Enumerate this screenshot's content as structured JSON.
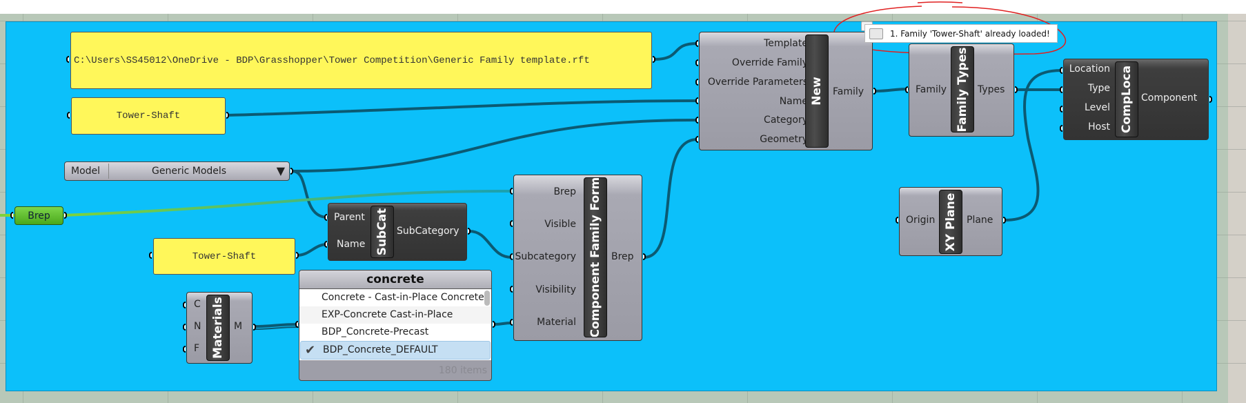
{
  "canvas": {
    "group_color": "#0cc0fa",
    "wire_color": "#0b5a73",
    "annotation_color": "#e02020"
  },
  "panels": {
    "template_path": "C:\\Users\\SS45012\\OneDrive - BDP\\Grasshopper\\Tower Competition\\Generic Family template.rft",
    "family_name": "Tower-Shaft",
    "subcategory_name": "Tower-Shaft"
  },
  "category_dropdown": {
    "label": "Model",
    "value": "Generic Models",
    "arrow_icon": "triangle-down-icon"
  },
  "brep_param": {
    "label": "Brep"
  },
  "new_family": {
    "nickname": "New",
    "inputs": [
      "Template",
      "Override Family",
      "Override Parameters",
      "Name",
      "Category",
      "Geometry"
    ],
    "output": "Family"
  },
  "family_types": {
    "nickname": "Family Types",
    "input": "Family",
    "output": "Types"
  },
  "comp_loca": {
    "nickname": "CompLoca",
    "inputs": [
      "Location",
      "Type",
      "Level",
      "Host"
    ],
    "output": "Component"
  },
  "xy_plane": {
    "nickname": "XY Plane",
    "input": "Origin",
    "output": "Plane"
  },
  "subcat": {
    "nickname": "SubCat",
    "inputs": [
      "Parent",
      "Name"
    ],
    "output": "SubCategory"
  },
  "family_form": {
    "nickname": "Component Family Form",
    "inputs": [
      "Brep",
      "Visible",
      "Subcategory",
      "Visibility",
      "Material"
    ],
    "output": "Brep"
  },
  "materials": {
    "nickname": "Materials",
    "inputs": [
      "C",
      "N",
      "F"
    ],
    "output": "M"
  },
  "value_list": {
    "title": "concrete",
    "items": [
      {
        "label": "Concrete - Cast-in-Place Concrete",
        "selected": false
      },
      {
        "label": "EXP-Concrete Cast-in-Place",
        "selected": false
      },
      {
        "label": "BDP_Concrete-Precast",
        "selected": false
      },
      {
        "label": "BDP_Concrete_DEFAULT",
        "selected": true
      }
    ],
    "count": "180 items",
    "check_icon": "checkmark-icon"
  },
  "tooltip": {
    "message": "1. Family 'Tower-Shaft' already loaded!",
    "icon": "speech-bubble-icon"
  }
}
